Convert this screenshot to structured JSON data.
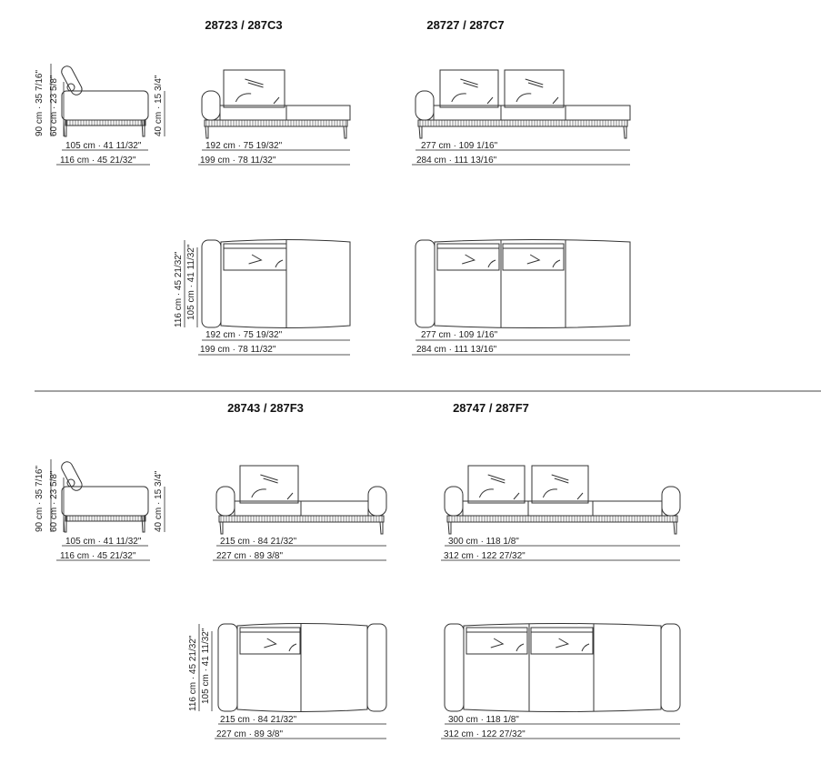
{
  "colors": {
    "line": "#333333",
    "dimline": "#555555",
    "background": "#ffffff"
  },
  "sections": [
    {
      "models": [
        "28723 / 287C3",
        "28727 / 287C7"
      ],
      "side": {
        "height_total": "90 cm · 35 7/16\"",
        "height_back": "60 cm · 23 5/8\"",
        "height_seat": "40 cm · 15 3/4\"",
        "depth_seat": "105 cm · 41 11/32\"",
        "depth_total": "116 cm · 45 21/32\""
      },
      "front": [
        {
          "width_inner": "192 cm · 75 19/32\"",
          "width_total": "199 cm · 78 11/32\""
        },
        {
          "width_inner": "277 cm · 109 1/16\"",
          "width_total": "284 cm · 111 13/16\""
        }
      ],
      "top": [
        {
          "width_inner": "192 cm · 75 19/32\"",
          "width_total": "199 cm · 78 11/32\"",
          "depth_total": "116 cm · 45 21/32\"",
          "depth_seat": "105 cm · 41 11/32\""
        },
        {
          "width_inner": "277 cm · 109 1/16\"",
          "width_total": "284 cm · 111 13/16\""
        }
      ]
    },
    {
      "models": [
        "28743 / 287F3",
        "28747 / 287F7"
      ],
      "side": {
        "height_total": "90 cm · 35 7/16\"",
        "height_back": "60 cm · 23 5/8\"",
        "height_seat": "40 cm · 15 3/4\"",
        "depth_seat": "105 cm · 41 11/32\"",
        "depth_total": "116 cm · 45 21/32\""
      },
      "front": [
        {
          "width_inner": "215 cm · 84 21/32\"",
          "width_total": "227 cm · 89 3/8\""
        },
        {
          "width_inner": "300 cm · 118 1/8\"",
          "width_total": "312 cm · 122 27/32\""
        }
      ],
      "top": [
        {
          "width_inner": "215 cm · 84 21/32\"",
          "width_total": "227 cm · 89 3/8\"",
          "depth_total": "116 cm · 45 21/32\"",
          "depth_seat": "105 cm · 41 11/32\""
        },
        {
          "width_inner": "300 cm · 118 1/8\"",
          "width_total": "312 cm · 122 27/32\""
        }
      ]
    }
  ]
}
